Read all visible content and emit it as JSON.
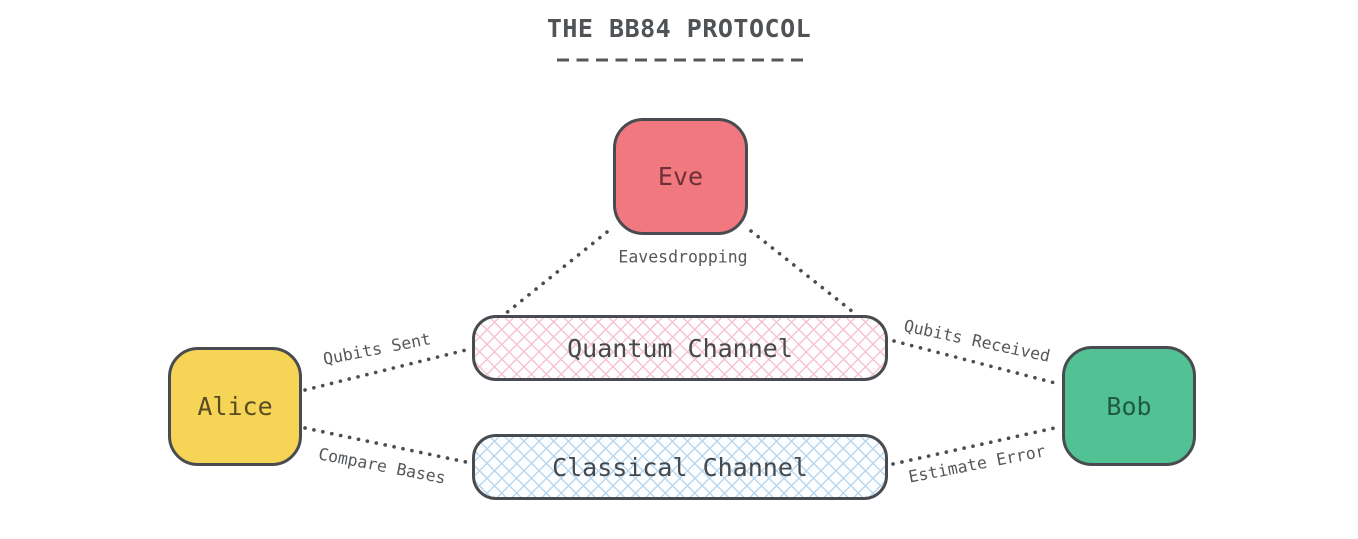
{
  "title": {
    "text": "THE BB84 PROTOCOL"
  },
  "nodes": {
    "eve": {
      "label": "Eve",
      "fill": "#f0787e",
      "text_color": "#6e3036"
    },
    "alice": {
      "label": "Alice",
      "fill": "#f6d456",
      "text_color": "#5a4c22"
    },
    "bob": {
      "label": "Bob",
      "fill": "#52c294",
      "text_color": "#1e5b44"
    },
    "quantum_channel": {
      "label": "Quantum Channel",
      "hatch_color": "#f5c4d0",
      "text_color": "#46494c"
    },
    "classical_channel": {
      "label": "Classical Channel",
      "hatch_color": "#b9d8ef",
      "text_color": "#46494c"
    }
  },
  "edge_labels": {
    "eavesdropping": "Eavesdropping",
    "qubits_sent": "Qubits Sent",
    "compare_bases": "Compare Bases",
    "qubits_received": "Qubits Received",
    "estimate_error": "Estimate Error"
  },
  "colors": {
    "background": "#ffffff",
    "stroke": "#484c50",
    "connector": "#4a4e52",
    "label_text": "#54585b",
    "title_text": "#4f5356"
  }
}
